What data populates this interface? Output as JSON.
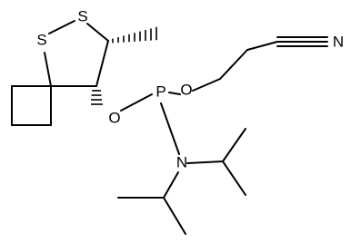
{
  "molecule": {
    "atoms": {
      "s_ring_upper": "S",
      "s_ring_lower": "S",
      "o_ester_left": "O",
      "p_center": "P",
      "o_ester_right": "O",
      "n_amine": "N",
      "n_nitrile": "N"
    }
  }
}
